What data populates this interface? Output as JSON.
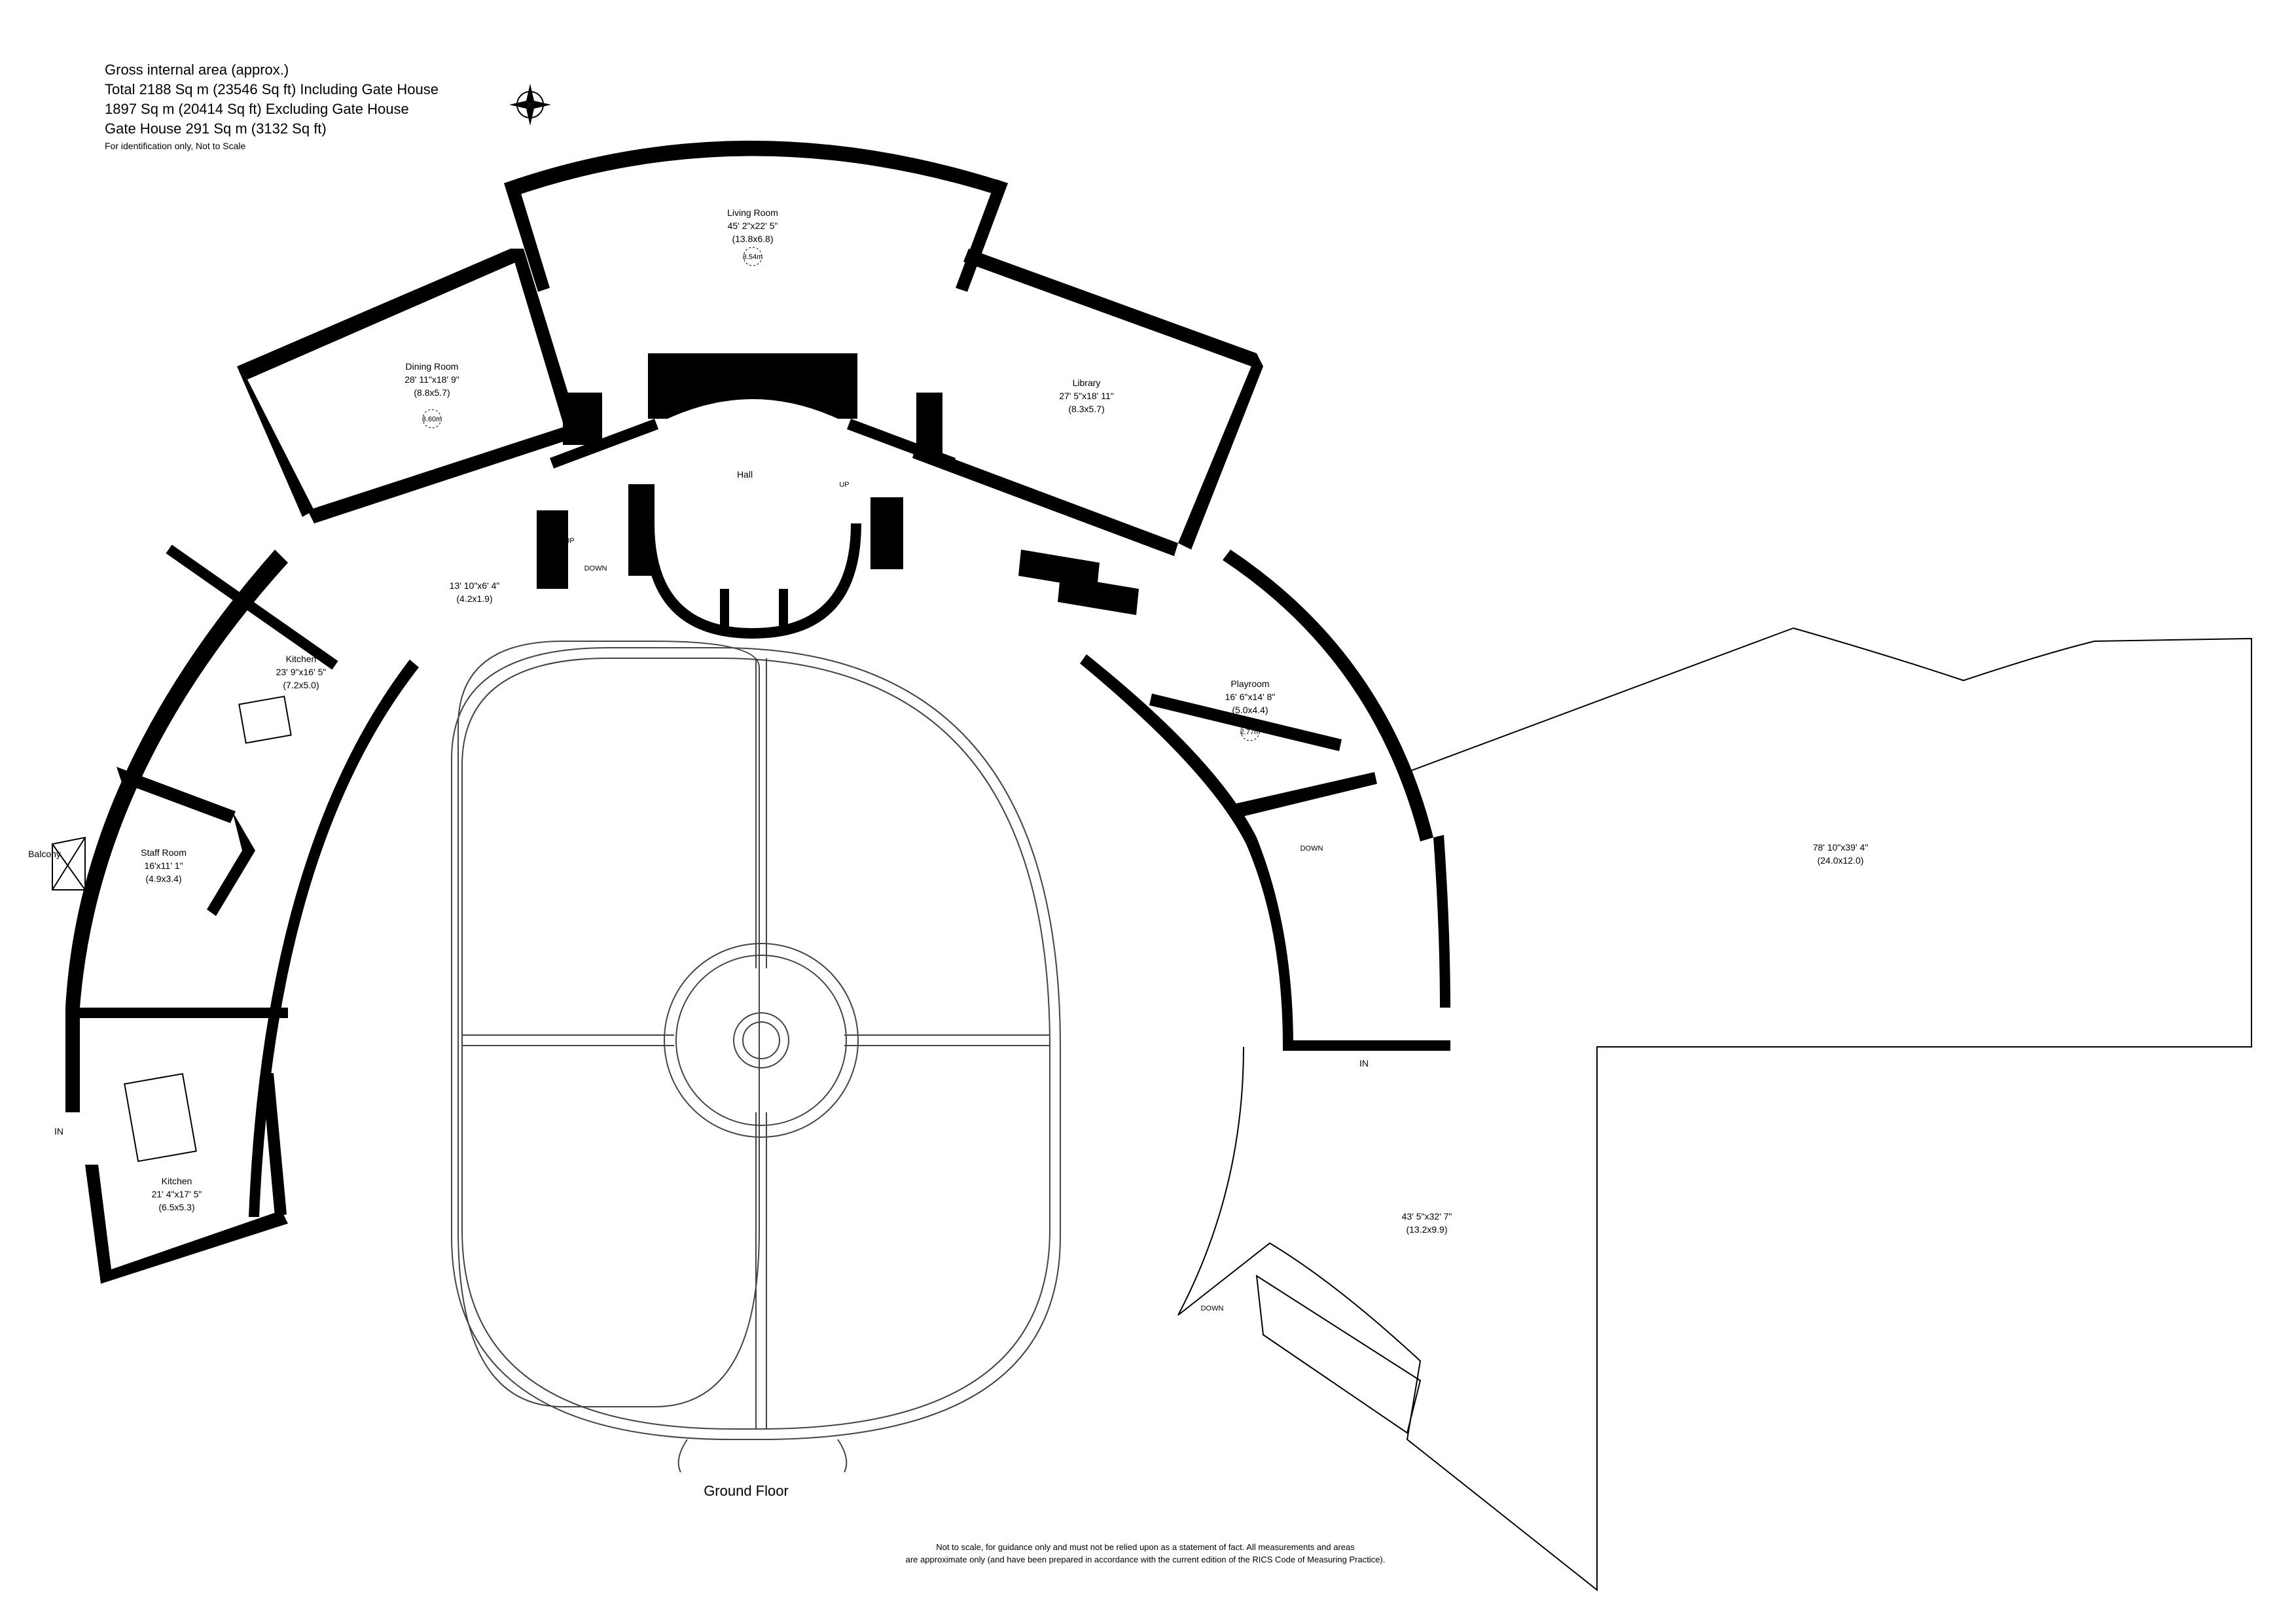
{
  "header": {
    "line1": "Gross internal area (approx.)",
    "line2": "Total 2188 Sq m (23546 Sq ft) Including Gate House",
    "line3": "1897 Sq m (20414 Sq ft) Excluding Gate House",
    "line4": "Gate House 291 Sq m (3132 Sq ft)",
    "line5": "For identification only, Not to Scale"
  },
  "compass_icon": "compass-rose-icon",
  "floor_name": "Ground Floor",
  "rooms": {
    "living": {
      "name": "Living Room",
      "dims": "45' 2\"x22' 5\"",
      "metric": "(13.8x6.8)",
      "height": "3.54m"
    },
    "dining": {
      "name": "Dining Room",
      "dims": "28' 11\"x18' 9\"",
      "metric": "(8.8x5.7)",
      "height": "3.60m"
    },
    "library": {
      "name": "Library",
      "dims": "27' 5\"x18' 11\"",
      "metric": "(8.3x5.7)"
    },
    "hall": {
      "name": "Hall"
    },
    "utility": {
      "dims": "13' 10\"x6' 4\"",
      "metric": "(4.2x1.9)"
    },
    "kitchen1": {
      "name": "Kitchen",
      "dims": "23' 9\"x16' 5\"",
      "metric": "(7.2x5.0)"
    },
    "staff": {
      "name": "Staff Room",
      "dims": "16'x11' 1\"",
      "metric": "(4.9x3.4)"
    },
    "balcony": {
      "name": "Balcony"
    },
    "kitchen2": {
      "name": "Kitchen",
      "dims": "21' 4\"x17' 5\"",
      "metric": "(6.5x5.3)"
    },
    "playroom": {
      "name": "Playroom",
      "dims": "16' 6\"x14' 8\"",
      "metric": "(5.0x4.4)",
      "height": "2.77m"
    },
    "outdoor_large": {
      "dims": "78' 10\"x39' 4\"",
      "metric": "(24.0x12.0)"
    },
    "outdoor_mid": {
      "dims": "43' 5\"x32' 7\"",
      "metric": "(13.2x9.9)"
    }
  },
  "markers": {
    "up": "UP",
    "down": "DOWN",
    "in": "IN"
  },
  "footer": {
    "line1": "Not to scale, for guidance only and must not be relied upon as a statement of fact.  All measurements and areas",
    "line2": "are approximate only (and have been prepared in accordance with the current edition of the RICS Code of Measuring Practice)."
  }
}
